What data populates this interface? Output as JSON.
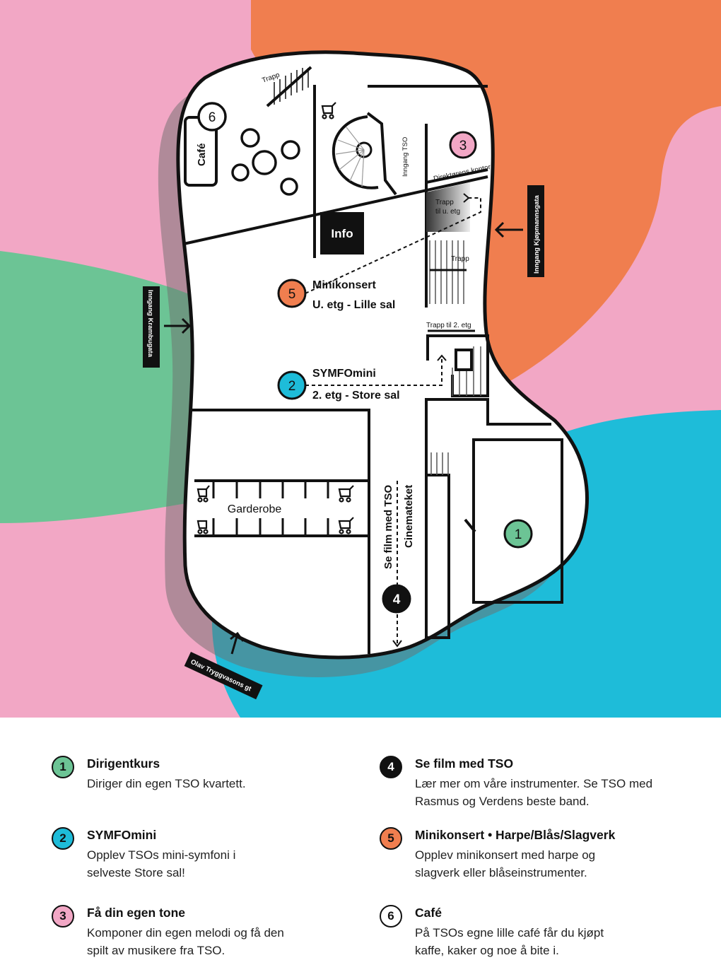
{
  "colors": {
    "pink": "#f2a7c5",
    "orange": "#f07e4f",
    "green": "#6cc495",
    "blue": "#1ebcd9",
    "black": "#111111"
  },
  "map": {
    "labels": {
      "trapp_top": "Trapp",
      "cafe": "Café",
      "inngang_tso": "Inngang TSO",
      "direktor": "Direktørens kontor",
      "trapp_til_u_etg_1": "Trapp",
      "trapp_til_u_etg_2": "til u. etg",
      "trapp_right": "Trapp",
      "info": "Info",
      "trapp_til_2": "Trapp til 2. etg",
      "minikonsert_1": "Minikonsert",
      "minikonsert_2": "U. etg - Lille sal",
      "symfomini_1": "SYMFOmini",
      "symfomini_2": "2. etg - Store sal",
      "garderobe": "Garderobe",
      "se_film": "Se film med TSO",
      "cinemateket": "Cinemateket",
      "inngang_kjop": "Inngang Kjøpmannsgata",
      "inngang_kram": "Inngang Krambugata",
      "olav": "Olav Tryggvasons gt"
    },
    "markers": [
      {
        "num": "1",
        "color": "green"
      },
      {
        "num": "2",
        "color": "blue"
      },
      {
        "num": "3",
        "color": "pink"
      },
      {
        "num": "4",
        "color": "black"
      },
      {
        "num": "5",
        "color": "orange"
      },
      {
        "num": "6",
        "color": "white"
      }
    ]
  },
  "legend": [
    {
      "num": "1",
      "color": "#6cc495",
      "title": "Dirigentkurs",
      "text": "Diriger din egen TSO kvartett."
    },
    {
      "num": "2",
      "color": "#1ebcd9",
      "title": "SYMFOmini",
      "text": "Opplev TSOs mini-symfoni i selveste Store sal!"
    },
    {
      "num": "3",
      "color": "#f2a7c5",
      "title": "Få din egen tone",
      "text": "Komponer din egen melodi og få den spilt av musikere fra TSO."
    },
    {
      "num": "4",
      "color": "#111111",
      "title": "Se film med TSO",
      "text": "Lær mer om våre instrumenter. Se TSO med Rasmus og Verdens beste band."
    },
    {
      "num": "5",
      "color": "#f07e4f",
      "title": "Minikonsert • Harpe/Blås/Slagverk",
      "text": "Opplev minikonsert med harpe og slagverk eller blåseinstrumenter."
    },
    {
      "num": "6",
      "color": "#ffffff",
      "title": "Café",
      "text": "På TSOs egne lille café får du kjøpt kaffe, kaker og noe å bite i."
    }
  ]
}
